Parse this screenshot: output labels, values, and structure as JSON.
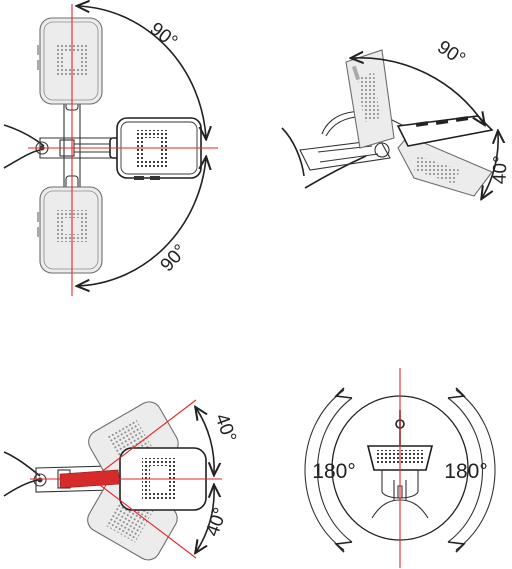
{
  "diagram": {
    "top_left": {
      "upper_angle": "90°",
      "lower_angle": "90°"
    },
    "top_right": {
      "horizontal_angle": "90°",
      "vertical_angle": "40°"
    },
    "bottom_left": {
      "upper_angle": "40°",
      "lower_angle": "40°"
    },
    "bottom_right": {
      "left_angle": "180°",
      "right_angle": "180°"
    }
  },
  "colors": {
    "axis_line": "#e52628",
    "outline": "#222222",
    "faded_outline": "#6e6e6e"
  },
  "icons": [
    "rotation-arc-arrow-icon",
    "camera-dot-grid-icon",
    "mount-arm-icon"
  ]
}
